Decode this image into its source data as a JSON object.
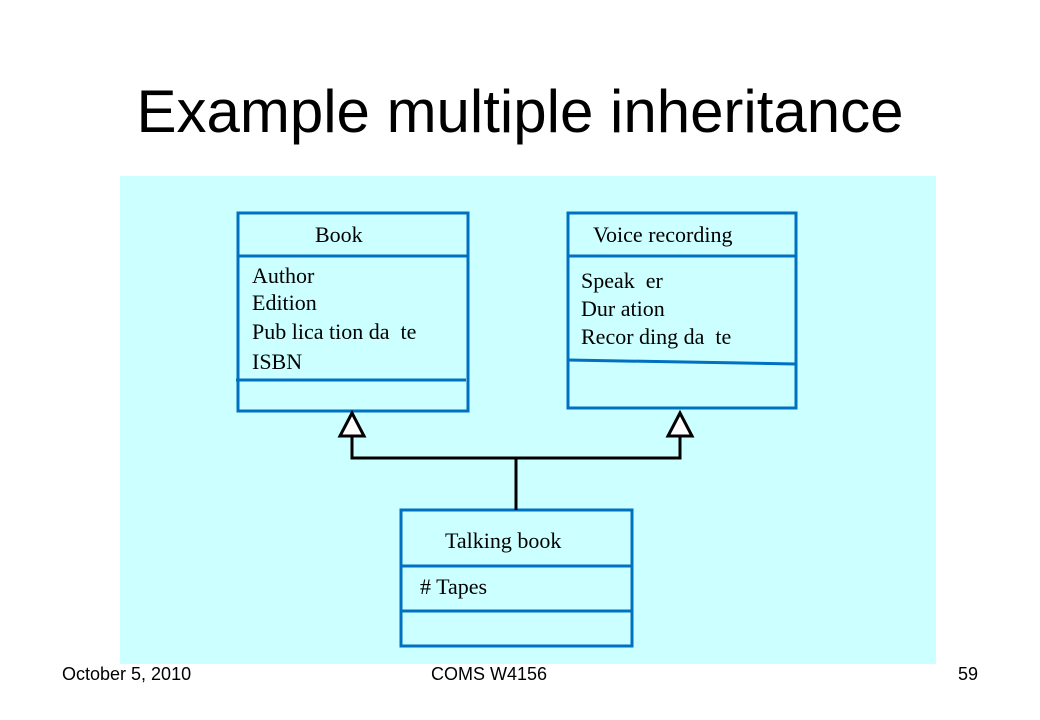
{
  "slide": {
    "title": "Example multiple inheritance",
    "footer": {
      "date": "October 5, 2010",
      "course": "COMS W4156",
      "page_number": "59"
    }
  },
  "colors": {
    "panel_background": "#ccffff",
    "class_box_border": "#0070c0",
    "connector": "#000000"
  },
  "diagram": {
    "classes": [
      {
        "name": "Book",
        "attributes": [
          "Author",
          "Edition",
          "Pub lica tion da  te",
          "ISBN"
        ]
      },
      {
        "name": "Voice recording",
        "attributes": [
          "Speak  er",
          "Dur ation",
          "Recor ding da  te"
        ]
      },
      {
        "name": "Talking book",
        "attributes": [
          "# Tapes"
        ]
      }
    ],
    "relationships": [
      {
        "type": "generalization",
        "from": "Talking book",
        "to": "Book"
      },
      {
        "type": "generalization",
        "from": "Talking book",
        "to": "Voice recording"
      }
    ]
  }
}
